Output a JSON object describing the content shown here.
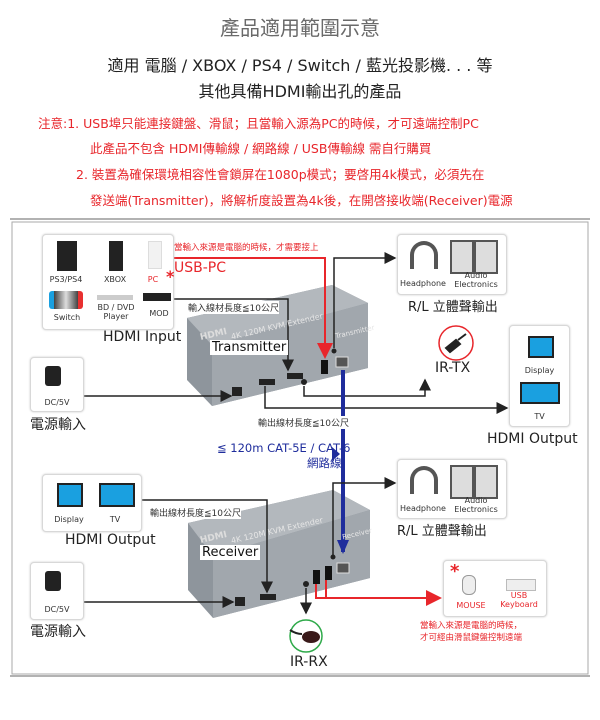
{
  "header": {
    "title": "產品適用範圍示意",
    "line1": "適用 電腦 / XBOX / PS4 / Switch / 藍光投影機. . . 等",
    "line2": "其他具備HDMI輸出孔的產品"
  },
  "notes": [
    "注意:1. USB埠只能連接鍵盤、滑鼠；且當輸入源為PC的時候，才可遠端控制PC",
    "此產品不包含 HDMI傳輸線 / 網路線 / USB傳輸線  需自行購買",
    "2. 裝置為確保環境相容性會鎖屏在1080p模式；要啓用4k模式，必須先在",
    "發送端(Transmitter)，將解析度設置為4k後，在開啓接收端(Receiver)電源"
  ],
  "transmitter_side": {
    "sources": [
      "PS3/PS4",
      "XBOX",
      "PC",
      "Switch",
      "BD / DVD\nPlayer",
      "MOD"
    ],
    "pc_asterisk": "*",
    "hdmi_input_label": "HDMI Input",
    "usb_pc_note": "當輸入來源是電腦的時候，才需要接上",
    "usb_pc_label": "USB-PC",
    "input_cable_note": "輸入線材長度≦10公尺",
    "device_label": "Transmitter",
    "device_print": "4K 120M KVM Extender",
    "device_side_print": "Transmitter",
    "hdmi_logo": "HDMI",
    "audio_items": [
      "Headphone",
      "Audio\nElectronics"
    ],
    "audio_label": "R/L 立體聲輸出",
    "ir_label": "IR-TX",
    "output_items": [
      "Display",
      "TV"
    ],
    "hdmi_output_label": "HDMI Output",
    "output_cable_note": "輸出線材長度≦10公尺",
    "power_item": "DC/5V",
    "power_label": "電源輸入"
  },
  "network": {
    "line1": "≦ 120m CAT-5E / CAT-6",
    "line2": "網路線"
  },
  "receiver_side": {
    "output_items": [
      "Display",
      "TV"
    ],
    "hdmi_output_label": "HDMI Output",
    "output_cable_note": "輸出線材長度≦10公尺",
    "device_label": "Receiver",
    "device_print": "4K 120M KVM Extender",
    "device_side_print": "Receiver",
    "hdmi_logo": "HDMI",
    "audio_items": [
      "Headphone",
      "Audio\nElectronics"
    ],
    "audio_label": "R/L  立體聲輸出",
    "usb_items": [
      "MOUSE",
      "USB\nKeyboard"
    ],
    "usb_asterisk": "*",
    "usb_note_1": "當輸入來源是電腦的時候，",
    "usb_note_2": "才可經由滑鼠鍵盤控制遠端",
    "ir_label": "IR-RX",
    "power_item": "DC/5V",
    "power_label": "電源輸入"
  },
  "colors": {
    "red": "#e8262b",
    "blue": "#1f2d9c",
    "ir_tx_ring": "#e8262b",
    "ir_rx_ring": "#2faa4a"
  }
}
